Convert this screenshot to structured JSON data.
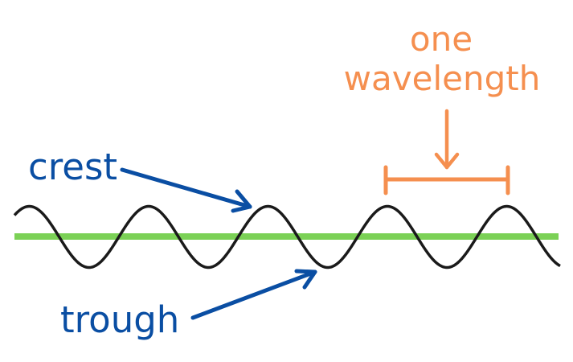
{
  "labels": {
    "crest": "crest",
    "trough": "trough",
    "wavelength_line1": "one",
    "wavelength_line2": "wavelength"
  },
  "colors": {
    "label_blue": "#0a4ea3",
    "wavelength_orange": "#f58f4f",
    "baseline_green": "#7bd156",
    "wave_black": "#1a1a1a"
  }
}
